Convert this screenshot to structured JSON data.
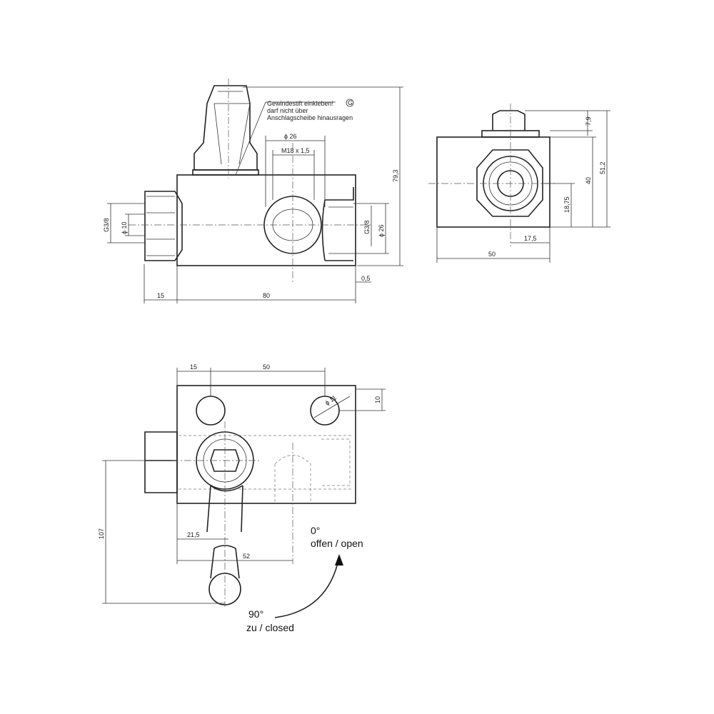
{
  "note": {
    "line1": "Gewindestift einkleben!",
    "line2": "darf nicht über",
    "line3": "Anschlagscheibe hinausragen",
    "symbol": "G"
  },
  "front_view": {
    "dia_26_top": "ϕ 26",
    "thread": "M18 x 1,5",
    "height_total": "79,3",
    "left_port": "G3/8",
    "left_dia": "ϕ 10",
    "right_port": "G3/8",
    "right_dia": "ϕ 26",
    "offset": "0,5",
    "fitting_len": "15",
    "body_len": "80"
  },
  "side_view": {
    "top": "7,9",
    "height_body": "40",
    "height_total": "51,2",
    "center_height": "18,75",
    "center_offset": "17,5",
    "width": "50"
  },
  "bottom_view": {
    "hole_offset": "15",
    "hole_spacing": "50",
    "hole_dia": "ϕ 11",
    "hole_edge": "10",
    "lever_len": "107",
    "axis_offset": "21,5",
    "port_offset": "52",
    "open_angle": "0°",
    "open_label": "offen / open",
    "closed_angle": "90°",
    "closed_label": "zu / closed"
  }
}
